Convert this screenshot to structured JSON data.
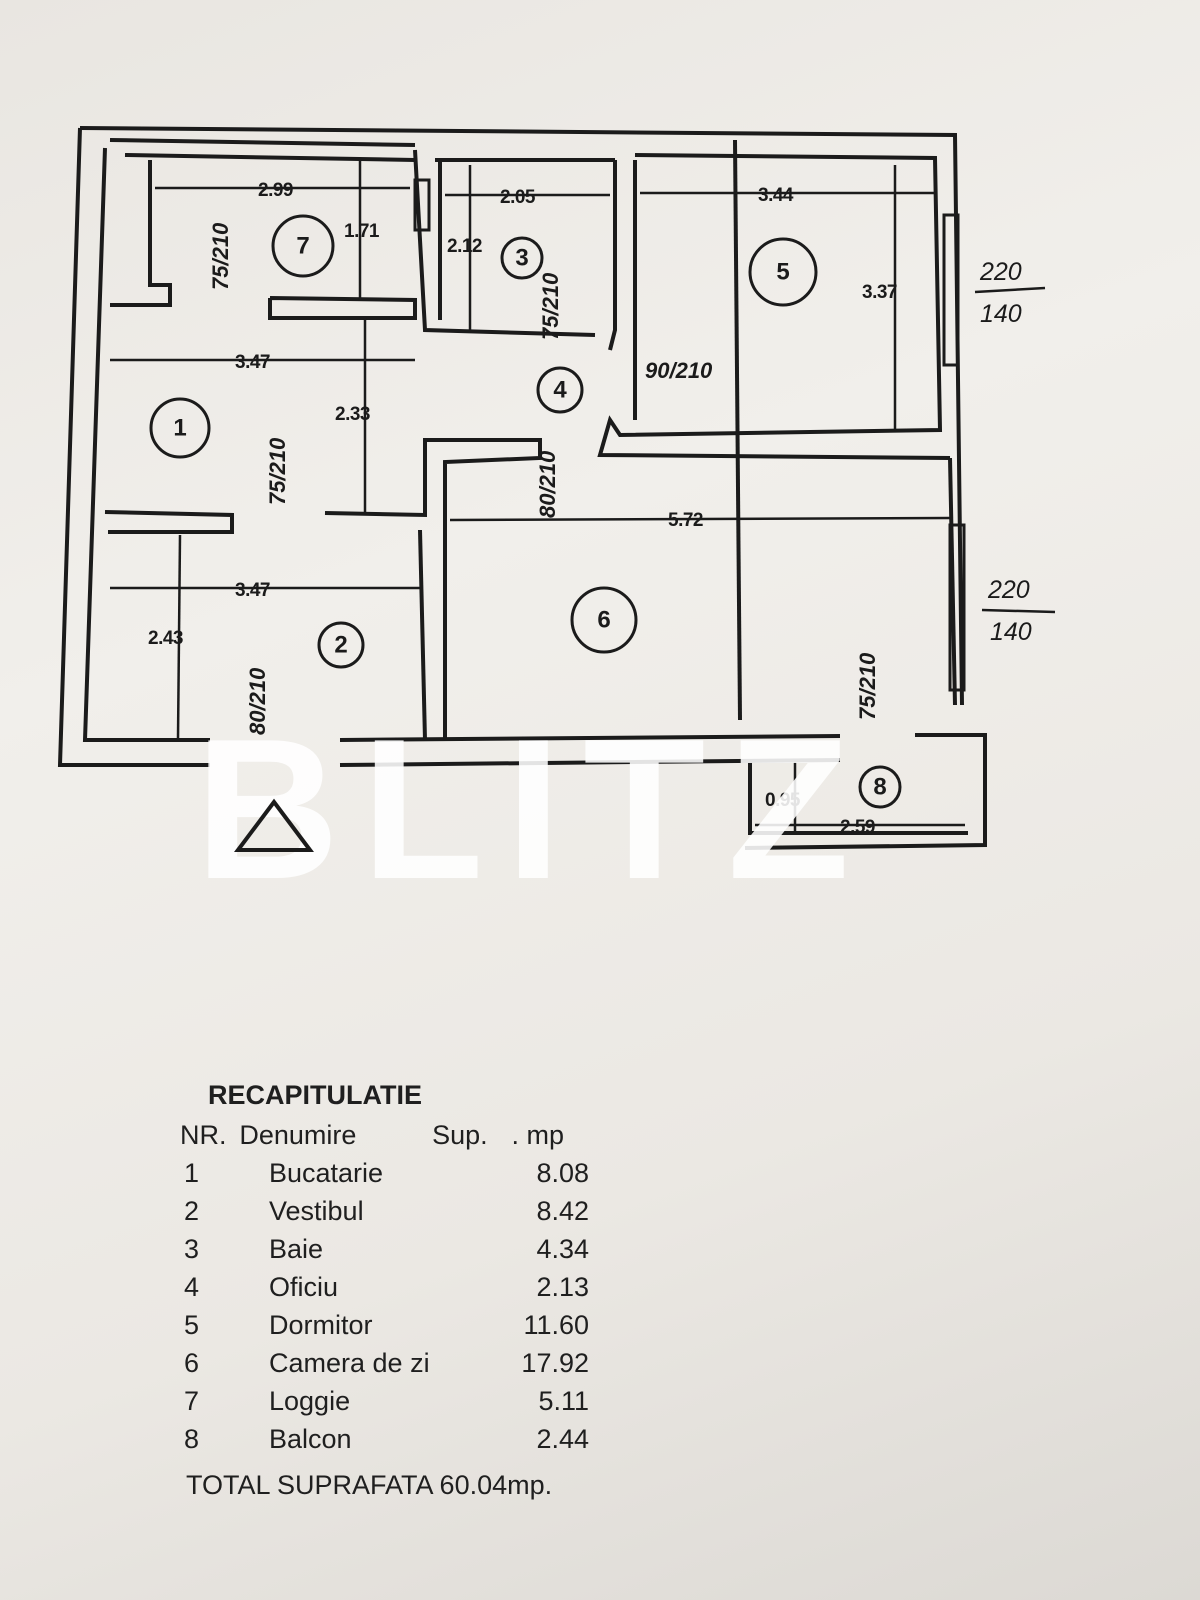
{
  "plan": {
    "rooms": [
      {
        "no": "1"
      },
      {
        "no": "2"
      },
      {
        "no": "3"
      },
      {
        "no": "4"
      },
      {
        "no": "5"
      },
      {
        "no": "6"
      },
      {
        "no": "7"
      },
      {
        "no": "8"
      }
    ],
    "dimensions": {
      "r7_width": "2.99",
      "r7_depth": "1.71",
      "r3_width": "2.05",
      "r3_depth": "2.12",
      "r5_width": "3.44",
      "r5_depth": "3.37",
      "r1_width": "3.47",
      "r1_depth": "2.33",
      "r2_width": "3.47",
      "r2_depth": "2.43",
      "r6_width": "5.72",
      "r8_depth": "0.95",
      "r8_width": "2.59"
    },
    "doors": {
      "d7": "75/210",
      "d3": "75/210",
      "d4": "90/210",
      "d1": "75/210",
      "d6": "80/210",
      "d2": "80/210",
      "d5b": "75/210"
    },
    "windows": [
      {
        "top": "220",
        "bottom": "140"
      },
      {
        "top": "220",
        "bottom": "140"
      }
    ],
    "watermark": "BLITZ"
  },
  "recap": {
    "title": "RECAPITULATIE",
    "headers": {
      "nr": "NR.",
      "name": "Denumire",
      "sup": "Sup.",
      "unit": ". mp"
    },
    "rows": [
      {
        "nr": "1",
        "name": "Bucatarie",
        "area": "8.08"
      },
      {
        "nr": "2",
        "name": "Vestibul",
        "area": "8.42"
      },
      {
        "nr": "3",
        "name": "Baie",
        "area": "4.34"
      },
      {
        "nr": "4",
        "name": "Oficiu",
        "area": "2.13"
      },
      {
        "nr": "5",
        "name": "Dormitor",
        "area": "11.60"
      },
      {
        "nr": "6",
        "name": "Camera de zi",
        "area": "17.92"
      },
      {
        "nr": "7",
        "name": "Loggie",
        "area": "5.11"
      },
      {
        "nr": "8",
        "name": "Balcon",
        "area": "2.44"
      }
    ],
    "total": "TOTAL SUPRAFATA  60.04mp."
  }
}
